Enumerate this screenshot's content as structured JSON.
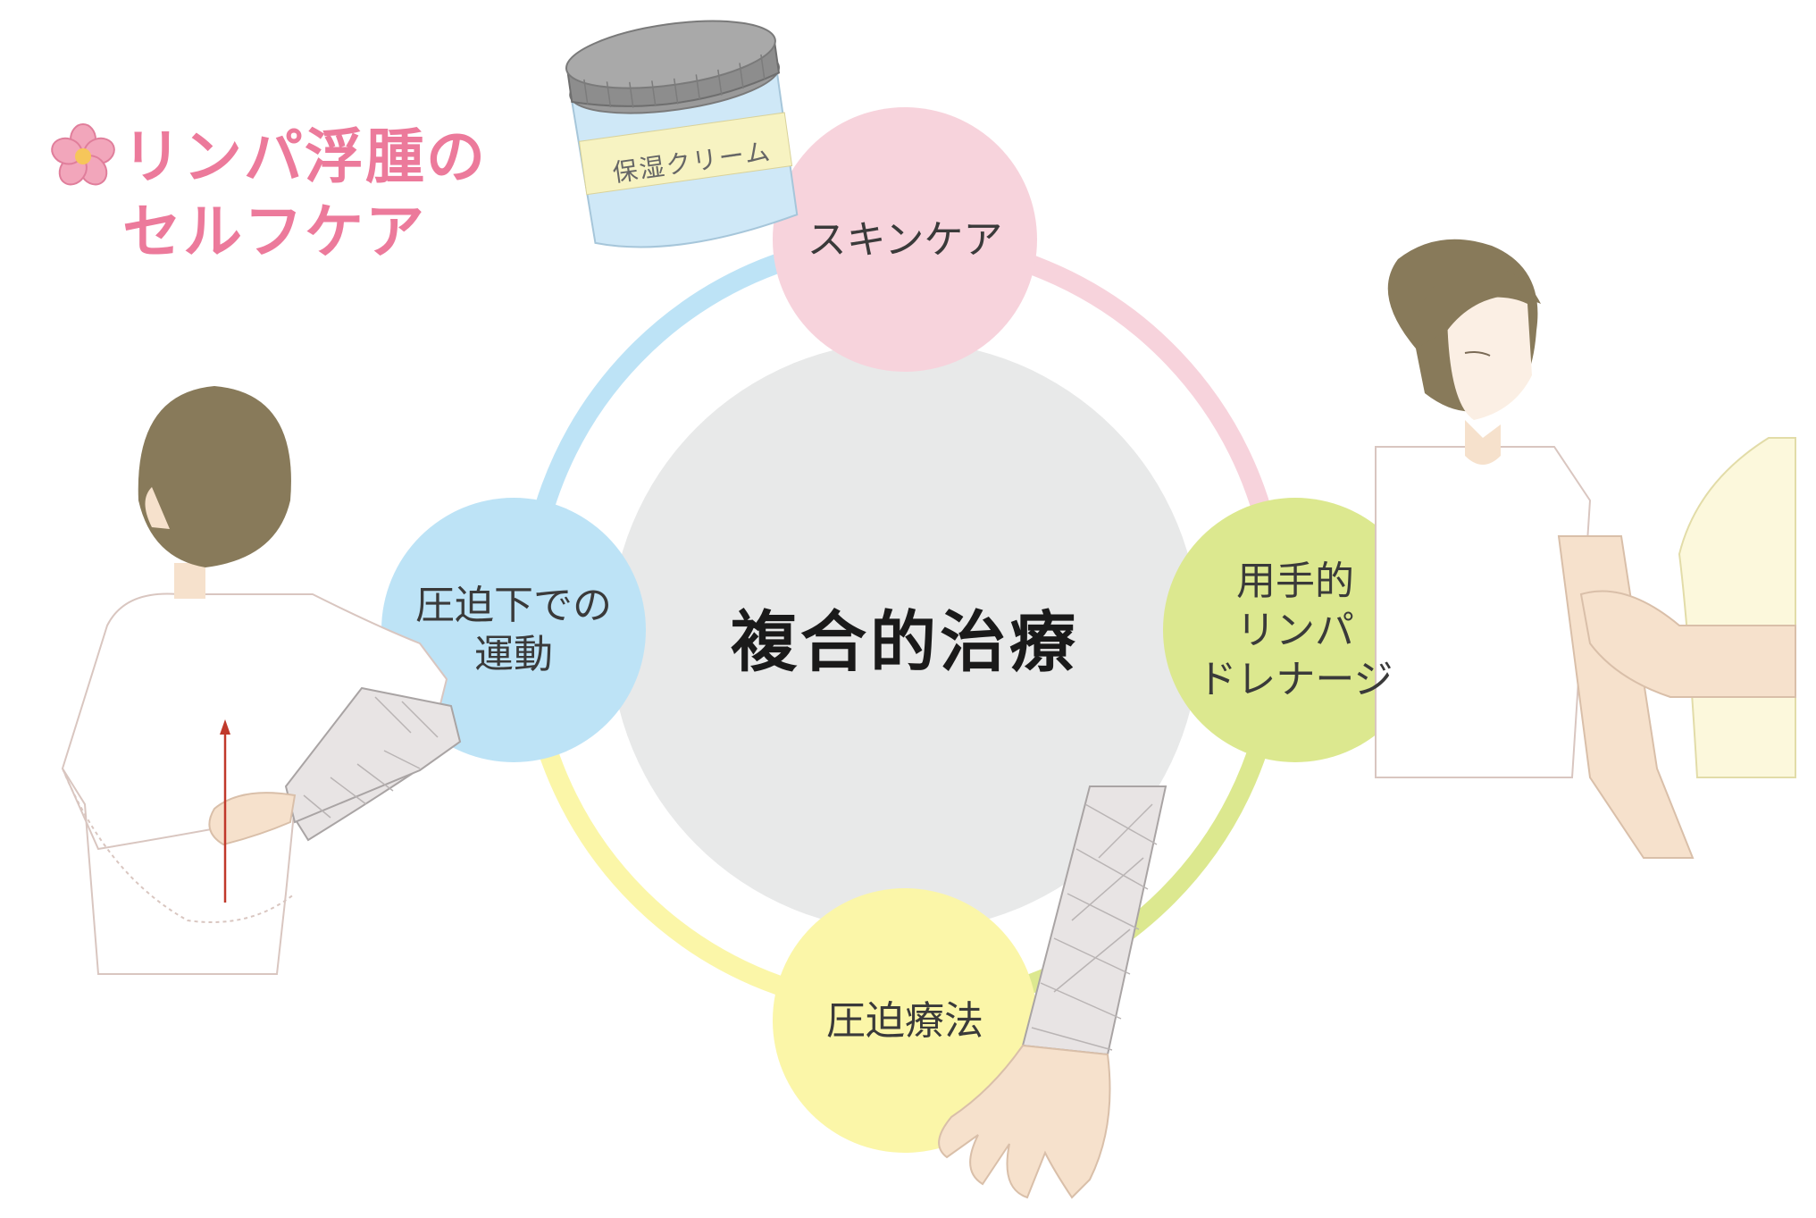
{
  "title": {
    "line1": "リンパ浮腫の",
    "line2": "セルフケア",
    "icon": "flower-icon",
    "color": "#ec7a9b"
  },
  "center": {
    "label": "複合的治療",
    "color": "#e8e9e9"
  },
  "nodes": {
    "skin_care": {
      "label": "スキンケア",
      "color": "#f7d3dc"
    },
    "drainage": {
      "label": "用手的\nリンパ\nドレナージ",
      "color": "#dce88f"
    },
    "compression": {
      "label": "圧迫療法",
      "color": "#fbf6a8"
    },
    "exercise": {
      "label": "圧迫下での\n運動",
      "color": "#bde3f6"
    }
  },
  "ring_colors": {
    "pink": "#f7d3dc",
    "green": "#dce88f",
    "yellow": "#fbf6a8",
    "blue": "#bde3f6"
  },
  "cream_jar": {
    "label": "保湿クリーム"
  },
  "illustrations": {
    "exercise_person": "person-back-stretch-illustration",
    "drainage_people": "lymph-massage-illustration",
    "bandaged_arm": "bandaged-arm-illustration"
  }
}
